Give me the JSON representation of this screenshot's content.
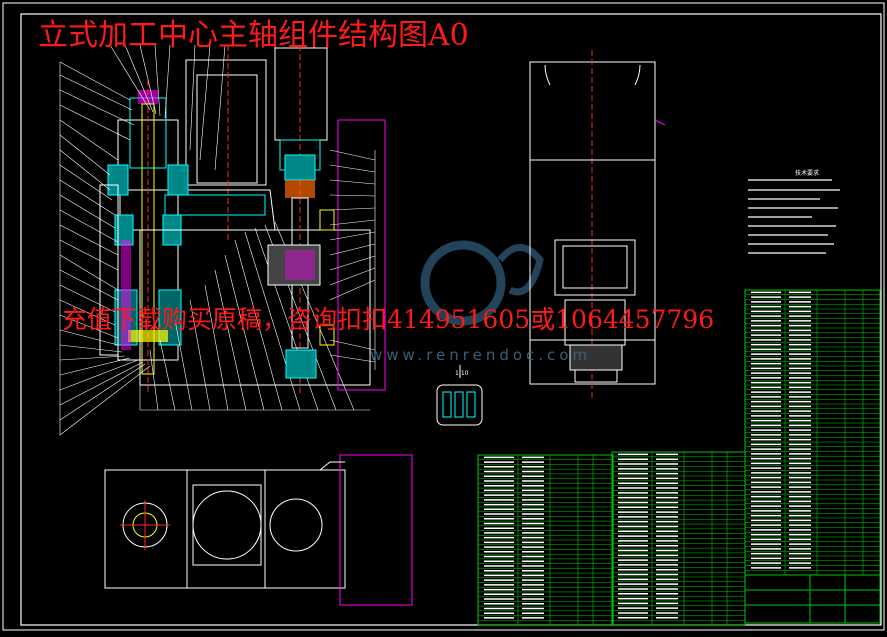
{
  "drawing": {
    "title": "立式加工中心主轴组件结构图A0",
    "watermark_text": "充值下载购买原稿，咨询扣扣414951605或1064457796",
    "watermark_url": "www.renrendoc.com",
    "tech_requirements_title": "技术要求",
    "section_scale": "1:10"
  },
  "colors": {
    "background": "#000000",
    "title": "#ff1a1a",
    "lines": "#ffffff",
    "centerline": "#ff2222",
    "bom_grid": "#00c800",
    "detail": "#00ffff",
    "hatch": "#ff00ff",
    "shaft": "#ffff00",
    "watermark_logo": "#2a4f6a"
  }
}
